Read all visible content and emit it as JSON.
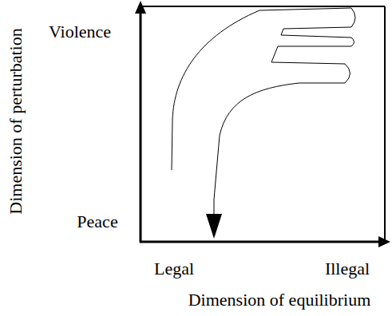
{
  "diagram": {
    "labels": [
      "Violence",
      "Dimension of perturbation",
      "Peace",
      "Legal",
      "Illegal",
      "Dimension of equilibrium"
    ]
  }
}
